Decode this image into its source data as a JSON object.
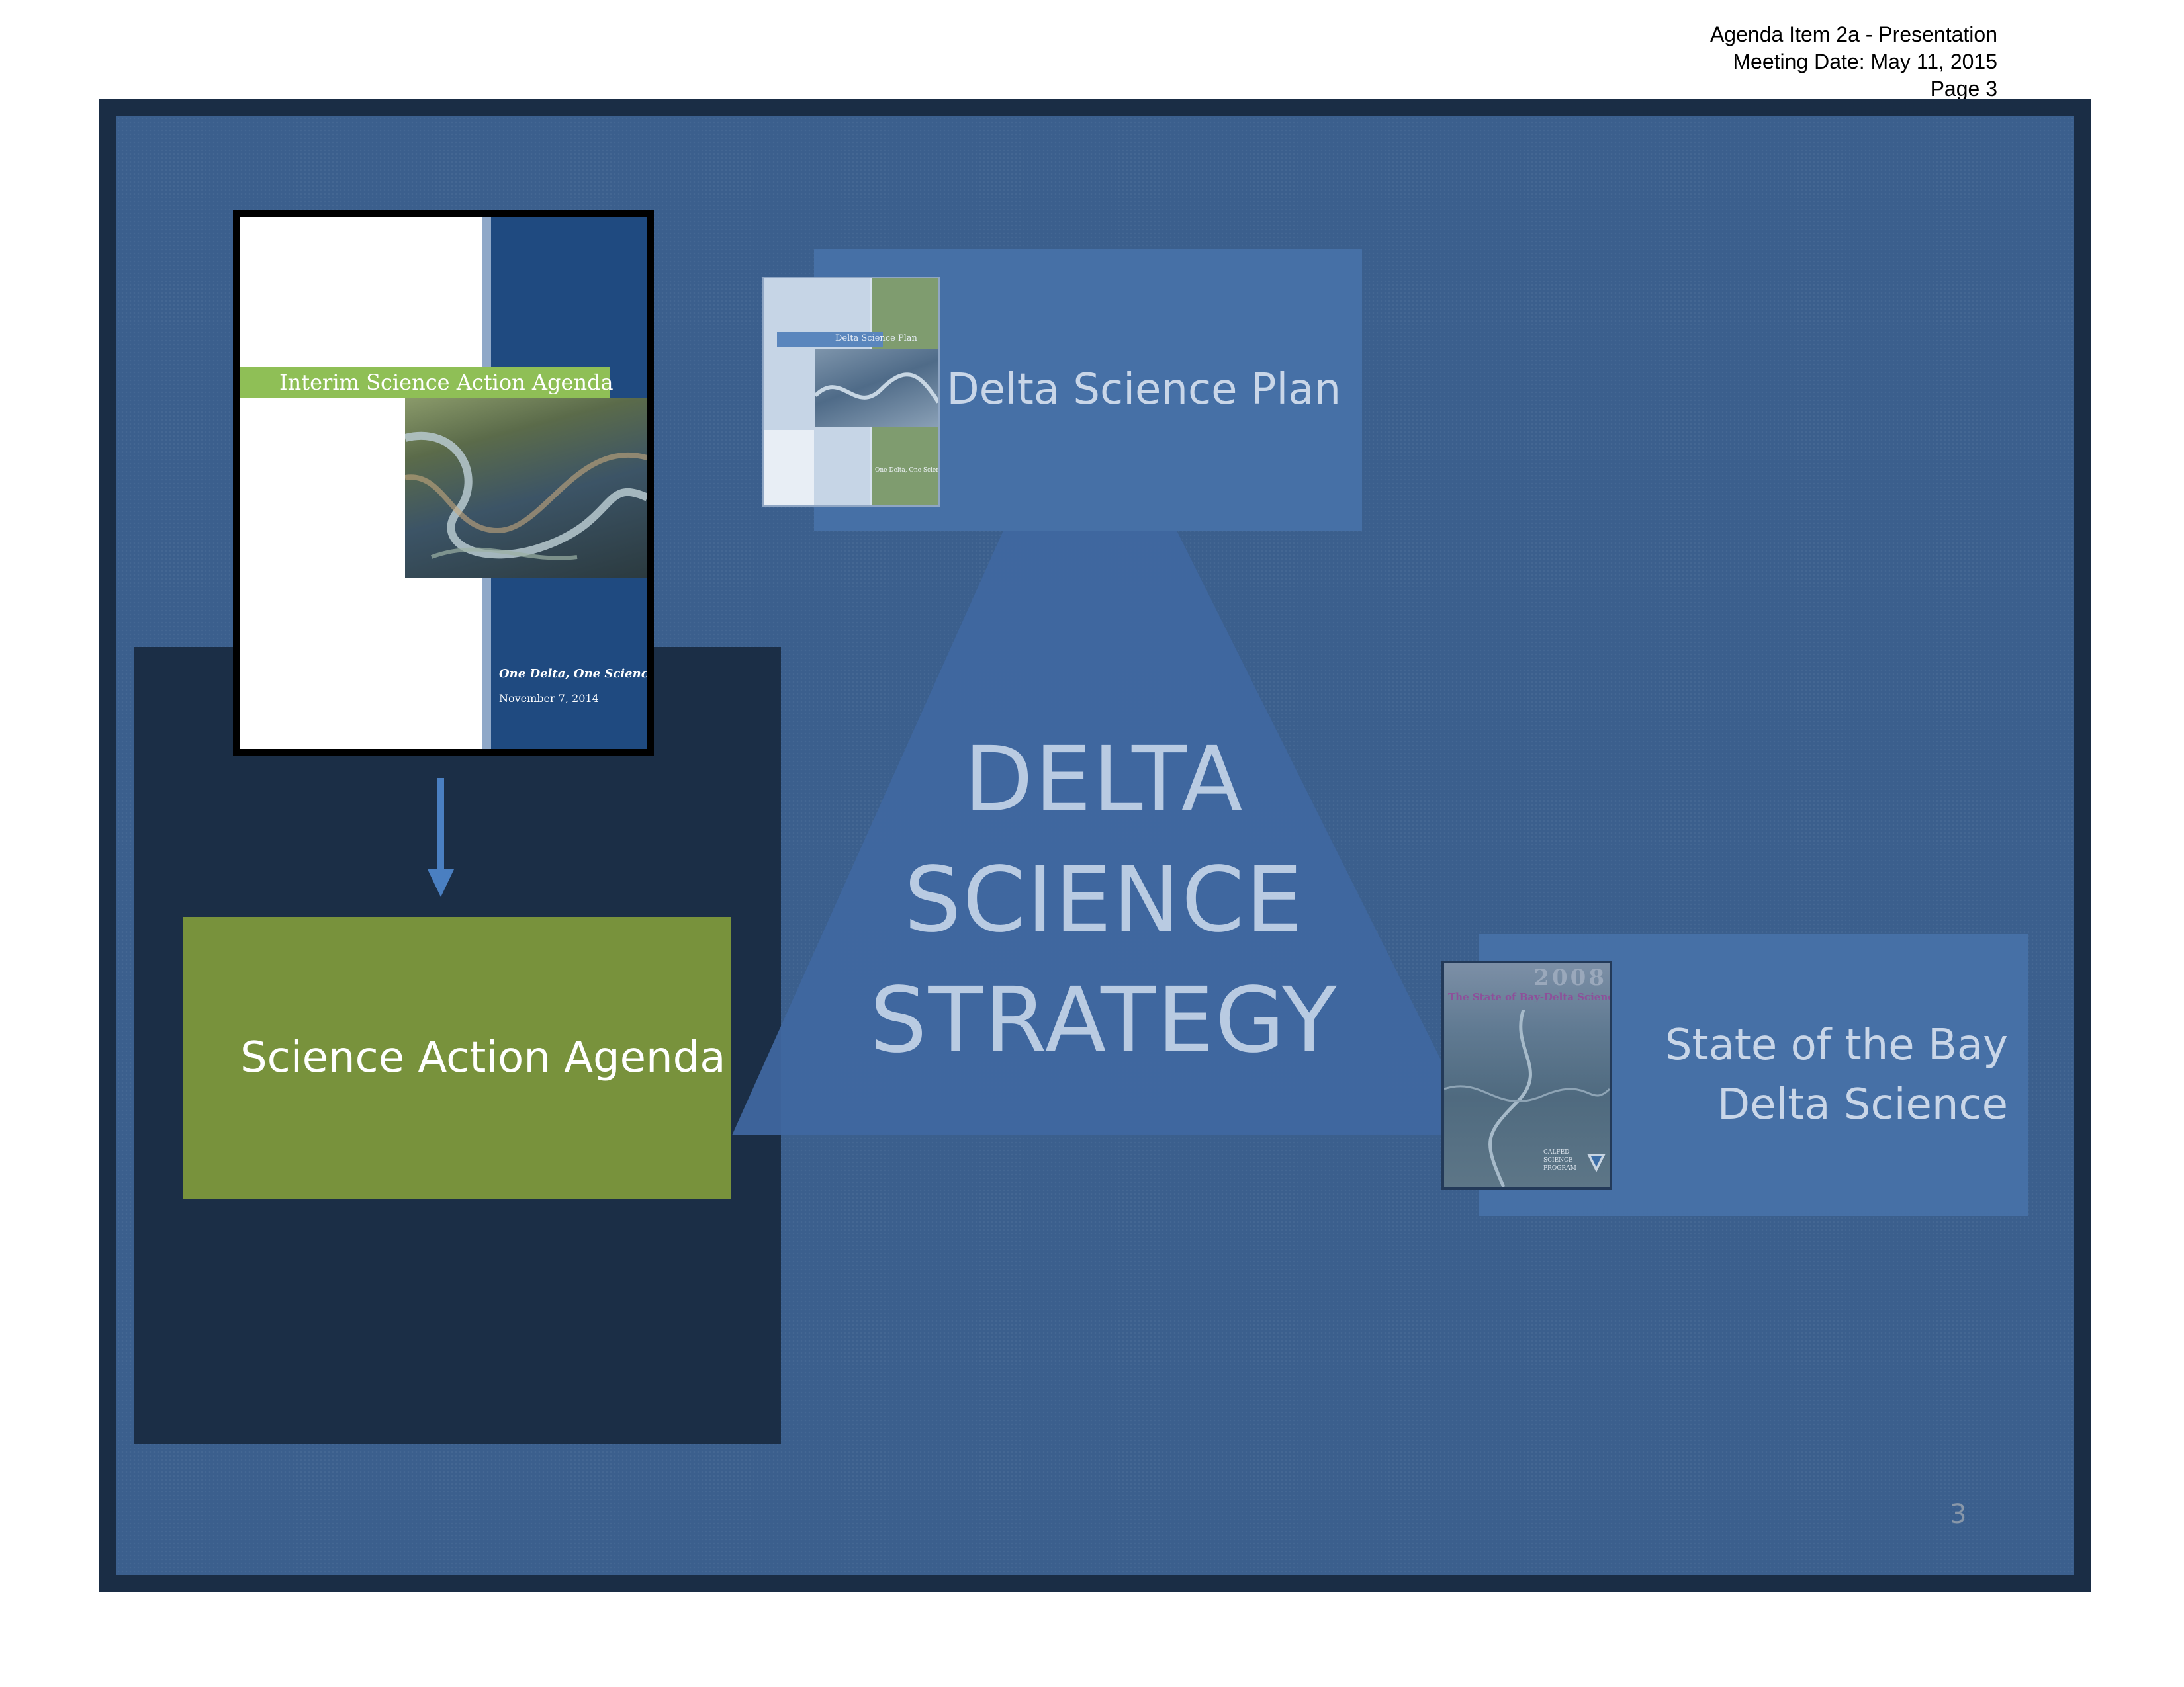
{
  "header": {
    "line1": "Agenda Item 2a - Presentation",
    "line2": "Meeting Date:  May 11, 2015",
    "line3": "Page 3"
  },
  "slide": {
    "number": "3",
    "strategy": {
      "line1": "DELTA",
      "line2": "SCIENCE",
      "line3": "STRATEGY"
    },
    "delta_science_plan": {
      "label": "Delta Science Plan",
      "cover_title": "Delta Science Plan",
      "cover_tagline": "One Delta, One Science"
    },
    "state_of_the_bay": {
      "label_line1": "State of the Bay",
      "label_line2": "Delta Science",
      "cover_title": "The State of Bay-Delta Science",
      "cover_year": "2008",
      "cover_publisher": "CALFED SCIENCE PROGRAM"
    },
    "interim_agenda_cover": {
      "title": "Interim Science Action Agenda",
      "tagline": "One Delta, One Science",
      "date": "November 7, 2014"
    },
    "science_action_agenda": {
      "label": "Science Action Agenda"
    }
  },
  "colors": {
    "slide_background": "#3b5f8d",
    "frame": "#1a2d45",
    "dark_panel": "#1b2e46",
    "box_blue": "#4670a6",
    "triangle": "#3f67a0",
    "agenda_green": "#78923c",
    "arrow": "#4a7fc1"
  }
}
